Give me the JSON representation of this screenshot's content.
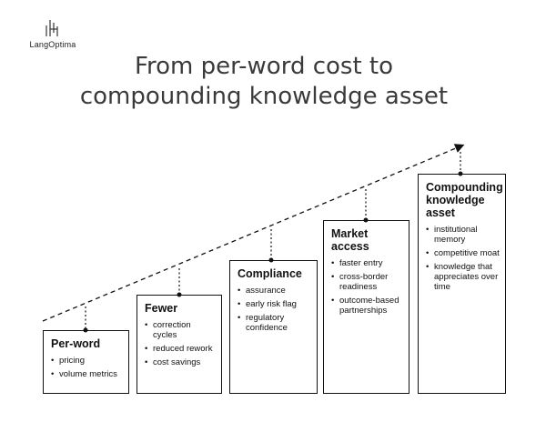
{
  "logo": {
    "name": "LangOptima"
  },
  "title": {
    "line1": "From per-word cost to",
    "line2": "compounding knowledge asset"
  },
  "steps": [
    {
      "title": "Per-word",
      "items": [
        "pricing",
        "volume metrics"
      ]
    },
    {
      "title": "Fewer",
      "items": [
        "correction cycles",
        "reduced rework",
        "cost savings"
      ]
    },
    {
      "title": "Compliance",
      "items": [
        "assurance",
        "early risk flag",
        "regulatory confidence"
      ]
    },
    {
      "title": "Market access",
      "items": [
        "faster entry",
        "cross-border readiness",
        "outcome-based partnerships"
      ]
    },
    {
      "title": "Compounding knowledge asset",
      "items": [
        "institutional memory",
        "competitive moat",
        "knowledge that appreciates over time"
      ]
    }
  ]
}
